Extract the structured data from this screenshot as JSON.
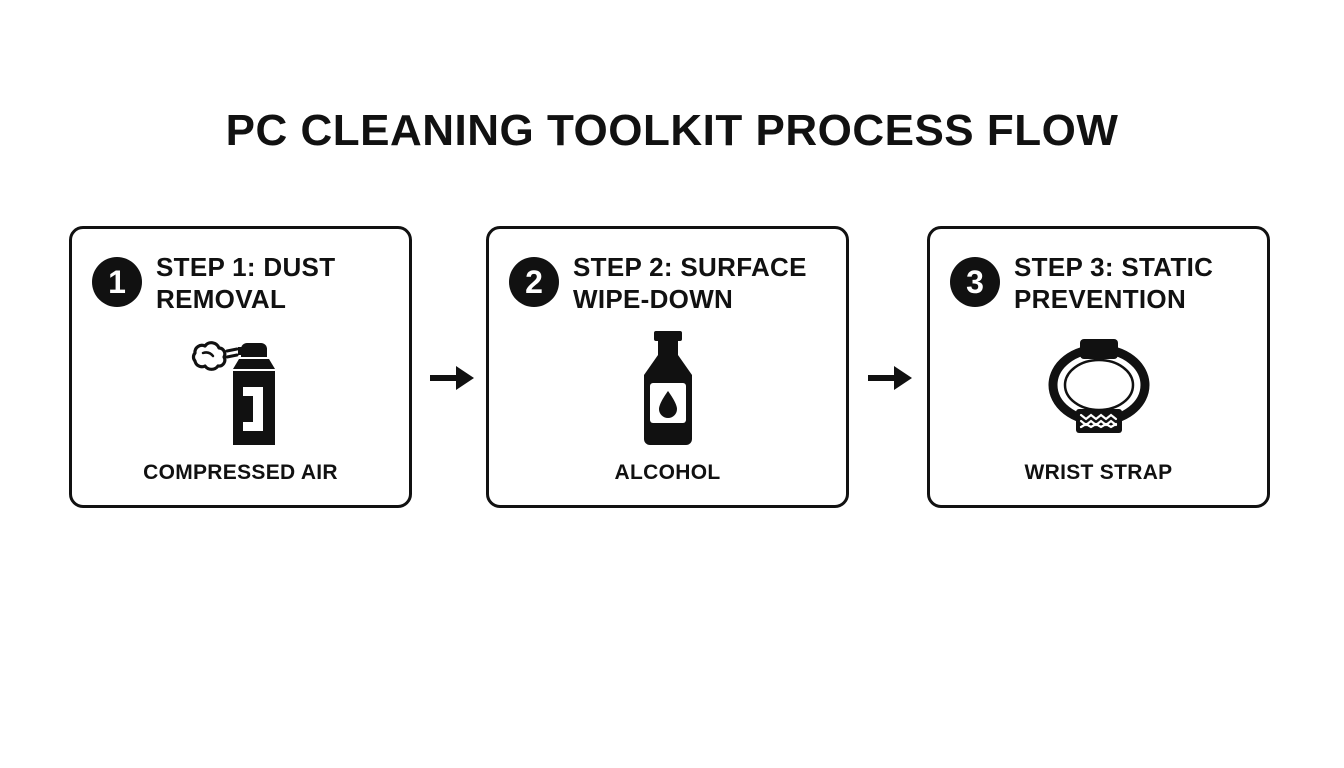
{
  "title": "PC CLEANING TOOLKIT PROCESS FLOW",
  "steps": [
    {
      "number": "1",
      "title_line1": "STEP 1: DUST",
      "title_line2": "REMOVAL",
      "tool": "COMPRESSED AIR",
      "icon": "compressed-air-can-icon"
    },
    {
      "number": "2",
      "title_line1": "STEP 2: SURFACE",
      "title_line2": "WIPE-DOWN",
      "tool": "ALCOHOL",
      "icon": "alcohol-bottle-icon"
    },
    {
      "number": "3",
      "title_line1": "STEP 3: STATIC",
      "title_line2": "PREVENTION",
      "tool": "WRIST STRAP",
      "icon": "wrist-strap-icon"
    }
  ],
  "arrows": [
    "right-arrow-icon",
    "right-arrow-icon"
  ],
  "colors": {
    "ink": "#111111",
    "background": "#ffffff"
  }
}
